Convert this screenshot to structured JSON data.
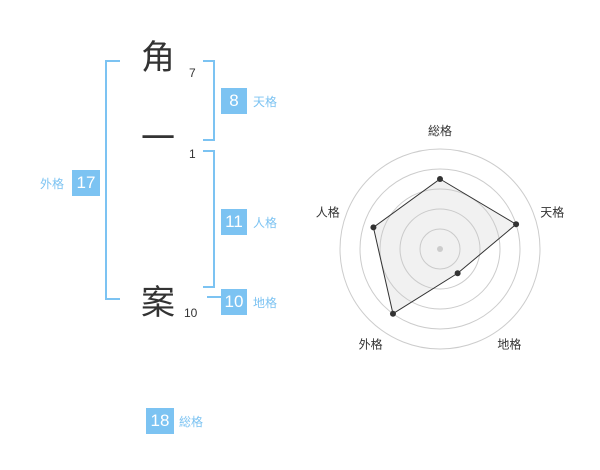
{
  "name": {
    "chars": [
      {
        "char": "角",
        "strokes": "7"
      },
      {
        "char": "一",
        "strokes": "1"
      },
      {
        "char": "案",
        "strokes": "10"
      }
    ]
  },
  "fortune": {
    "tenkaku": {
      "value": "8",
      "label": "天格"
    },
    "jinkaku": {
      "value": "11",
      "label": "人格"
    },
    "chikaku": {
      "value": "10",
      "label": "地格"
    },
    "gaikaku": {
      "value": "17",
      "label": "外格"
    },
    "soukaku": {
      "value": "18",
      "label": "総格"
    }
  },
  "chart_data": {
    "type": "radar",
    "axes": [
      "総格",
      "天格",
      "地格",
      "外格",
      "人格"
    ],
    "values": [
      3.5,
      4,
      1.5,
      4,
      3.5
    ],
    "max": 5,
    "grid_rings": 5,
    "colors": {
      "line": "#333333",
      "fill": "#f0f0f0",
      "grid": "#cccccc",
      "center": "#cccccc"
    }
  },
  "colors": {
    "accent": "#7cc3f2",
    "text": "#333333"
  }
}
